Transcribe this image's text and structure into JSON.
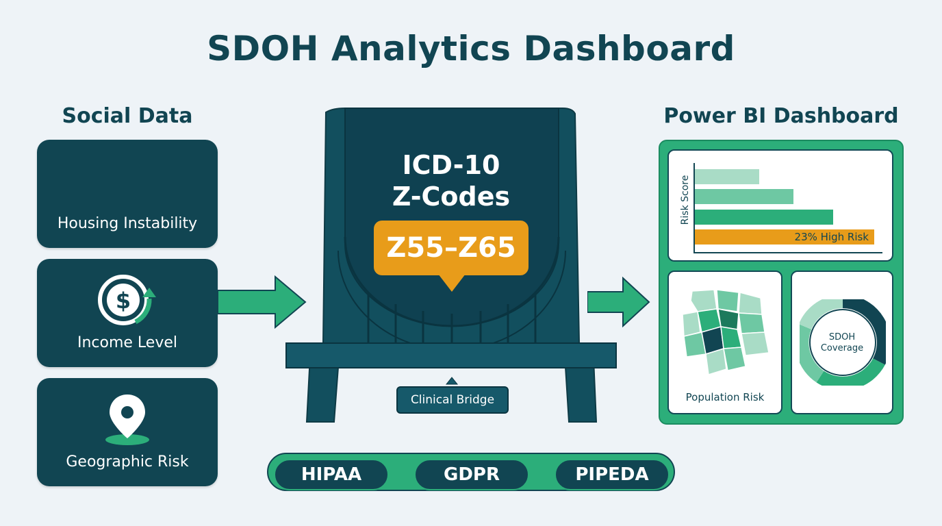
{
  "title": "SDOH Analytics Dashboard",
  "left": {
    "heading": "Social Data",
    "cards": [
      {
        "label": "Housing Instability",
        "icon": "house-arrow-icon"
      },
      {
        "label": "Income Level",
        "icon": "dollar-cycle-icon"
      },
      {
        "label": "Geographic Risk",
        "icon": "location-pin-icon"
      }
    ]
  },
  "center": {
    "heading_line1": "ICD-10",
    "heading_line2": "Z-Codes",
    "code_range": "Z55–Z65",
    "bridge_label": "Clinical Bridge"
  },
  "right": {
    "heading": "Power BI Dashboard",
    "bar_chart": {
      "ylabel": "Risk Score",
      "bar_annotation": "23% High Risk"
    },
    "map_label": "Population Risk",
    "donut_label_line1": "SDOH",
    "donut_label_line2": "Coverage"
  },
  "compliance": [
    "HIPAA",
    "GDPR",
    "PIPEDA"
  ],
  "colors": {
    "dark_teal": "#114552",
    "green": "#2cae7a",
    "orange": "#e89c1a",
    "light_green": "#a9dcc6",
    "background": "#eef3f7"
  }
}
